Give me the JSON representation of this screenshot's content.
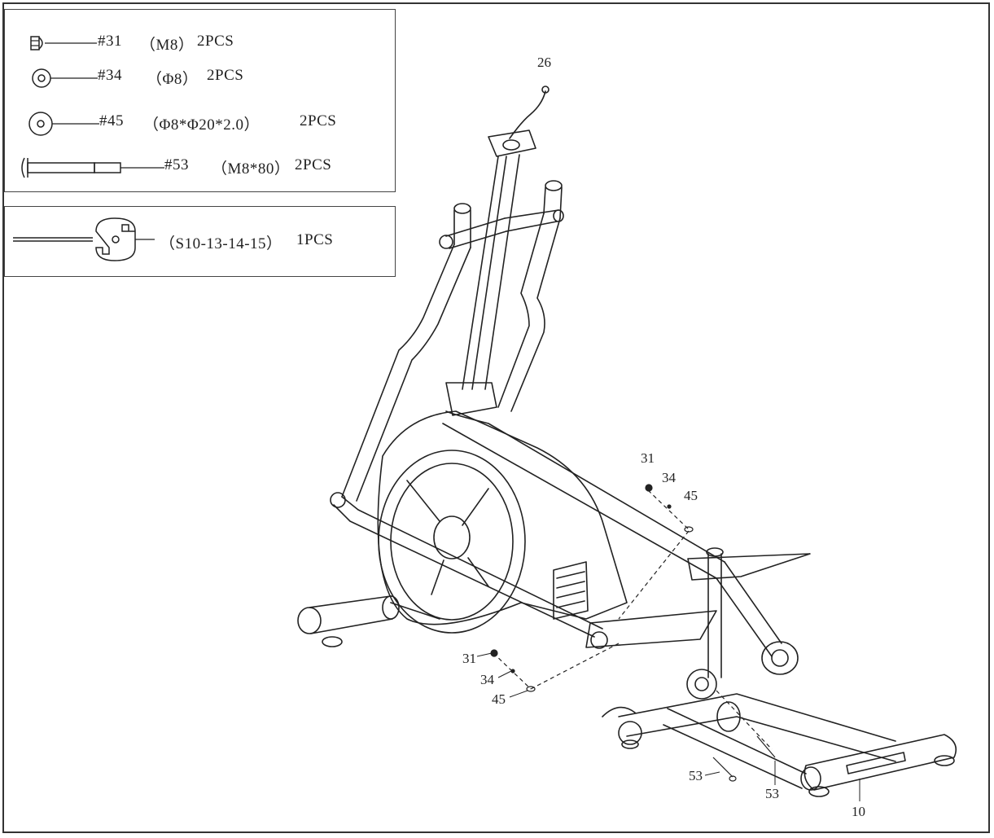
{
  "parts_list": [
    {
      "number": "#31",
      "spec": "（M8）",
      "qty": "2PCS",
      "icon": "nut-icon"
    },
    {
      "number": "#34",
      "spec": "（Φ8）",
      "qty": "2PCS",
      "icon": "spring-washer-icon"
    },
    {
      "number": "#45",
      "spec": "（Φ8*Φ20*2.0）",
      "qty": "2PCS",
      "icon": "flat-washer-icon"
    },
    {
      "number": "#53",
      "spec": "（M8*80）",
      "qty": "2PCS",
      "icon": "bolt-icon"
    }
  ],
  "tool": {
    "spec": "（S10-13-14-15）",
    "qty": "1PCS",
    "icon": "wrench-icon"
  },
  "callouts": {
    "c26": "26",
    "c31_upper": "31",
    "c34_upper": "34",
    "c45_upper": "45",
    "c31_lower": "31",
    "c34_lower": "34",
    "c45_lower": "45",
    "c53_left": "53",
    "c53_right": "53",
    "c10": "10"
  },
  "colors": {
    "line": "#222222",
    "frame": "#333333",
    "background": "#ffffff"
  }
}
